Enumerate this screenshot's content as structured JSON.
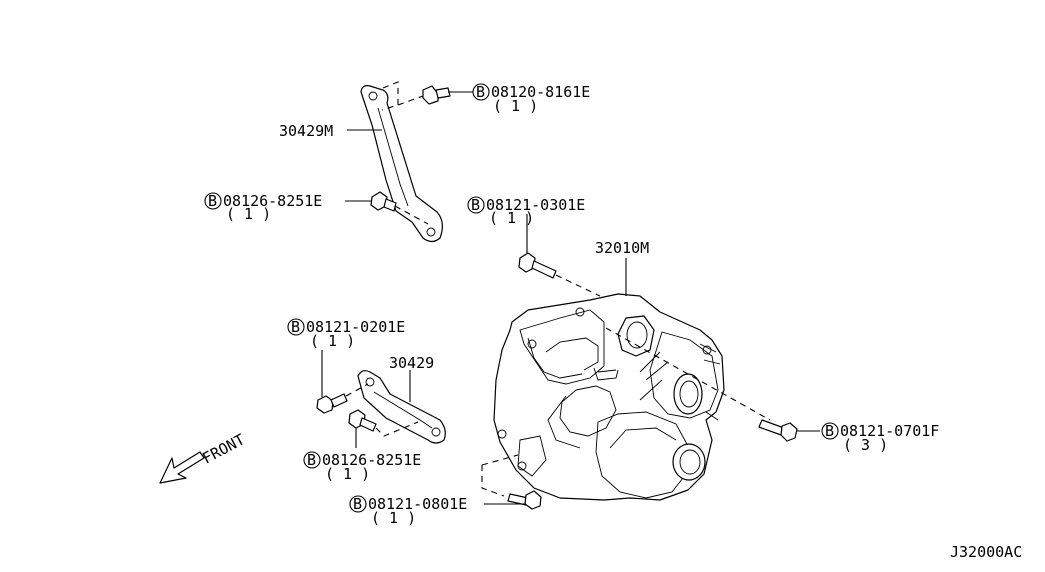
{
  "diagram_title": "",
  "drawing_code": "J32000AC",
  "front_label": "FRONT",
  "bolt_symbol": "B",
  "parts": [
    {
      "id": "p-30429M",
      "number": "30429M"
    },
    {
      "id": "p-30429",
      "number": "30429"
    },
    {
      "id": "p-32010M",
      "number": "32010M"
    }
  ],
  "bolts": [
    {
      "id": "b1",
      "number": "08120-8161E",
      "qty": "( 1 )"
    },
    {
      "id": "b2",
      "number": "08126-8251E",
      "qty": "( 1 )"
    },
    {
      "id": "b3",
      "number": "08121-0301E",
      "qty": "( 1 )"
    },
    {
      "id": "b4",
      "number": "08121-0201E",
      "qty": "( 1 )"
    },
    {
      "id": "b5",
      "number": "08126-8251E",
      "qty": "( 1 )"
    },
    {
      "id": "b6",
      "number": "08121-0801E",
      "qty": "( 1 )"
    },
    {
      "id": "b7",
      "number": "08121-0701F",
      "qty": "( 3 )"
    }
  ]
}
